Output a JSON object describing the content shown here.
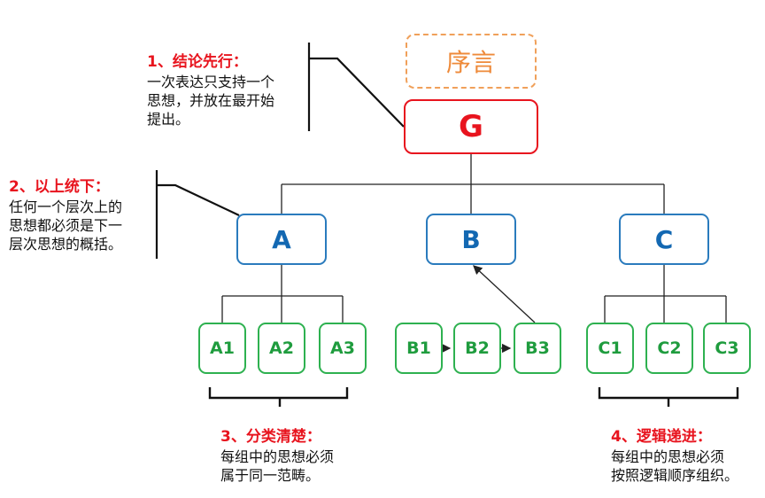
{
  "boxes": {
    "preface": "序言",
    "g": "G",
    "a": "A",
    "b": "B",
    "c": "C",
    "a1": "A1",
    "a2": "A2",
    "a3": "A3",
    "b1": "B1",
    "b2": "B2",
    "b3": "B3",
    "c1": "C1",
    "c2": "C2",
    "c3": "C3"
  },
  "notes": {
    "n1": {
      "head": "1、结论先行：",
      "lines": [
        "一次表达只支持一个",
        "思想，并放在最开始",
        "提出。"
      ]
    },
    "n2": {
      "head": "2、以上统下：",
      "lines": [
        "任何一个层次上的",
        "思想都必须是下一",
        "层次思想的概括。"
      ]
    },
    "n3": {
      "head": "3、分类清楚：",
      "lines": [
        "每组中的思想必须",
        "属于同一范畴。"
      ]
    },
    "n4": {
      "head": "4、逻辑递进：",
      "lines": [
        "每组中的思想必须",
        "按照逻辑顺序组织。"
      ]
    }
  },
  "colors": {
    "preface": "#ee8a3a",
    "governing": "#e8141e",
    "group": "#1368b2",
    "leaf": "#1f9c3e",
    "heading": "#e8141e"
  }
}
